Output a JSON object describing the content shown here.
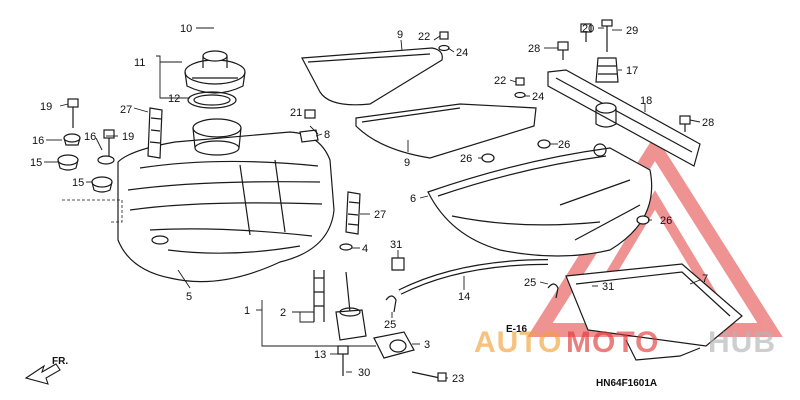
{
  "diagram": {
    "callouts": [
      "10",
      "11",
      "12",
      "19",
      "27",
      "16",
      "19",
      "16",
      "15",
      "15",
      "21",
      "8",
      "9",
      "22",
      "24",
      "22",
      "24",
      "9",
      "28",
      "20",
      "29",
      "17",
      "18",
      "28",
      "26",
      "26",
      "6",
      "26",
      "5",
      "4",
      "27",
      "31",
      "1",
      "2",
      "14",
      "25",
      "25",
      "31",
      "7",
      "13",
      "30",
      "3",
      "23"
    ],
    "reference": "E-16",
    "front_mark": "FR.",
    "diagram_code": "HN64F1601A"
  },
  "watermark": {
    "text_auto": "AUTO",
    "text_moto": "MOTO",
    "text_hub": "HUB",
    "color_orange": "#f2a23a",
    "color_red": "#e23a3a",
    "color_gray": "#b5b5b5"
  }
}
